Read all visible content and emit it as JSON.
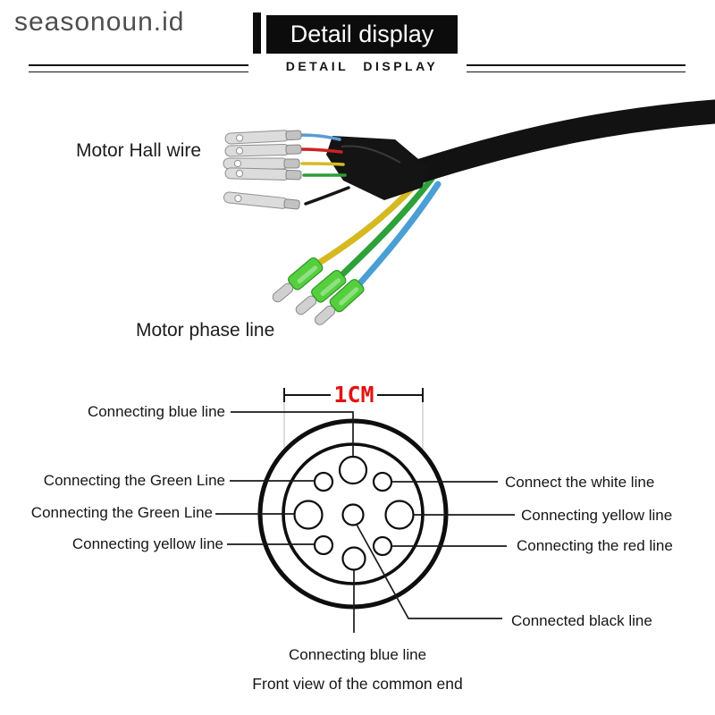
{
  "watermark": {
    "text": "seasonoun.id"
  },
  "header": {
    "banner_title": "Detail display",
    "subtitle": "DETAIL DISPLAY"
  },
  "photo": {
    "hall_label": "Motor Hall wire",
    "phase_label": "Motor phase line",
    "hall_wire_colors": [
      "#5b9bd5",
      "#cf2020",
      "#d4bb20",
      "#2e9e35",
      "#161616"
    ],
    "phase_wire_colors": [
      "#d4b920",
      "#2ea13a",
      "#4a9fd4"
    ]
  },
  "diagram": {
    "dimension_label": "1CM",
    "dimension_color": "#e01414",
    "labels": {
      "top_blue": "Connecting blue line",
      "left_green_1": "Connecting the Green Line",
      "left_green_2": "Connecting the Green Line",
      "left_yellow": "Connecting yellow line",
      "right_white": "Connect the white line",
      "right_yellow": "Connecting yellow line",
      "right_red": "Connecting the red line",
      "center_black": "Connected black line",
      "bottom_blue": "Connecting blue line"
    },
    "caption": "Front view of the common end"
  }
}
